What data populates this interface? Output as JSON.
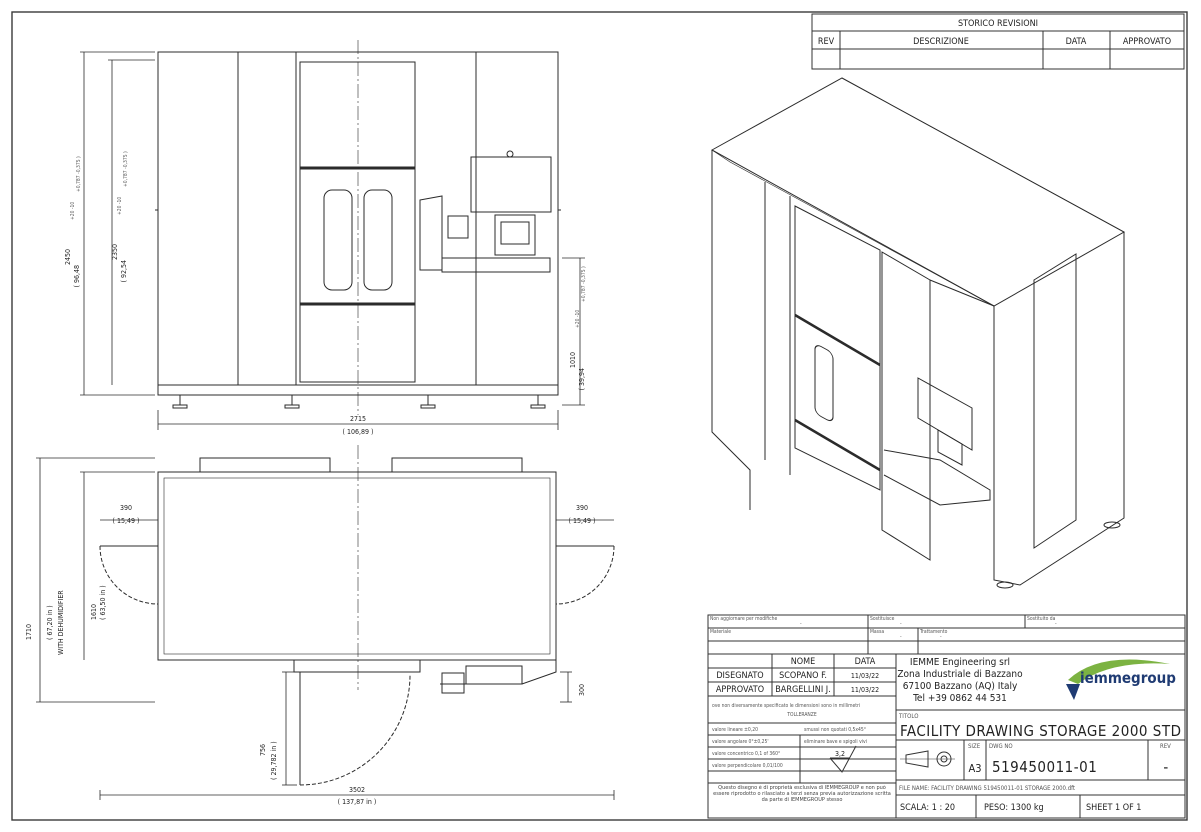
{
  "revision_table": {
    "title": "STORICO REVISIONI",
    "col_rev": "REV",
    "col_desc": "DESCRIZIONE",
    "col_date": "DATA",
    "col_approved": "APPROVATO"
  },
  "front_view": {
    "dim_height_total": "2450",
    "dim_height_total_in": "( 96,48",
    "tol_total": "+20 -10",
    "tol_total_in": "+0,787 -0,375 )",
    "dim_height_cab": "2350",
    "dim_height_cab_in": "( 92,54",
    "tol_cab": "+20 -10",
    "tol_cab_in": "+0,787 -0,375 )",
    "dim_counter": "1010",
    "dim_counter_in": "( 39,94",
    "tol_counter": "+20 -10",
    "tol_counter_in": "+0,787 -0,375 )",
    "dim_width": "2715",
    "dim_width_in": "( 106,89 )"
  },
  "top_view": {
    "dim_left": "390",
    "dim_left_in": "( 15,49 )",
    "dim_right": "390",
    "dim_right_in": "( 15,49 )",
    "dim_depth_total": "1710",
    "dim_depth_total_in": "( 67,20 in )",
    "dim_depth_note": "WITH DEHUMIDIFIER",
    "dim_depth": "1610",
    "dim_depth_in": "( 63,50 in )",
    "dim_shelf": "300",
    "dim_door": "756",
    "dim_door_in": "( 29,782 in )",
    "dim_length": "3502",
    "dim_length_in": "( 137,87 in )"
  },
  "title_block": {
    "small_headers": [
      "Non aggiornare per modifiche",
      "Sostituisce",
      "Sostituito da",
      "Trattamento",
      "Materiale",
      "Massa"
    ],
    "name_header": "NOME",
    "date_header": "DATA",
    "drawn_label": "DISEGNATO",
    "drawn_name": "SCOPANO F.",
    "drawn_date": "11/03/22",
    "approved_label": "APPROVATO",
    "approved_name": "BARGELLINI J.",
    "approved_date": "11/03/22",
    "units_note": "ove non diversamente specificato le dimensioni sono in millimetri",
    "tolerance_title": "TOLLERANZE",
    "tol_linear": "valore lineare ±0,20",
    "tol_angular": "valore angolare 0°±0,25'",
    "tol_concentric": "valore concentrico 0,1 of 360°",
    "tol_perpendicular": "valore perpendicolare 0,01/100",
    "chamfer_note": "smussi non quotati 0,5x45°",
    "edges_note": "eliminare bave e spigoli vivi",
    "roughness": "3,2",
    "ownership_note": "Questo disegno è di proprietà esclusiva di IEMMEGROUP e non può essere riprodotto o rilasciato a terzi senza previa autorizzazione scritta da parte di IEMMEGROUP stesso",
    "company": "IEMME Engineering srl",
    "address1": "Zona Industriale di Bazzano",
    "address2": "67100 Bazzano (AQ) Italy",
    "phone": "Tel +39 0862 44 531",
    "logo_text": "iemmegroup",
    "title_label": "TITOLO",
    "title": "FACILITY DRAWING STORAGE 2000 STD",
    "size_label": "SIZE",
    "size": "A3",
    "dwg_label": "DWG NO",
    "dwg_no": "519450011-01",
    "rev_label": "REV",
    "rev": "-",
    "file_name": "FILE NAME: FACILITY DRAWING 519450011-01 STORAGE 2000.dft",
    "scale": "SCALA: 1 : 20",
    "weight": "PESO: 1300 kg",
    "sheet": "SHEET 1 OF 1",
    "dash": "-"
  },
  "colors": {
    "line": "#2b2b2b",
    "border": "#3a3a3a",
    "logo_green": "#7cb342",
    "logo_blue": "#1f3b73"
  },
  "icons": {
    "projection": "first-angle-projection-icon",
    "roughness": "surface-roughness-icon",
    "logo": "iemmegroup-logo"
  }
}
